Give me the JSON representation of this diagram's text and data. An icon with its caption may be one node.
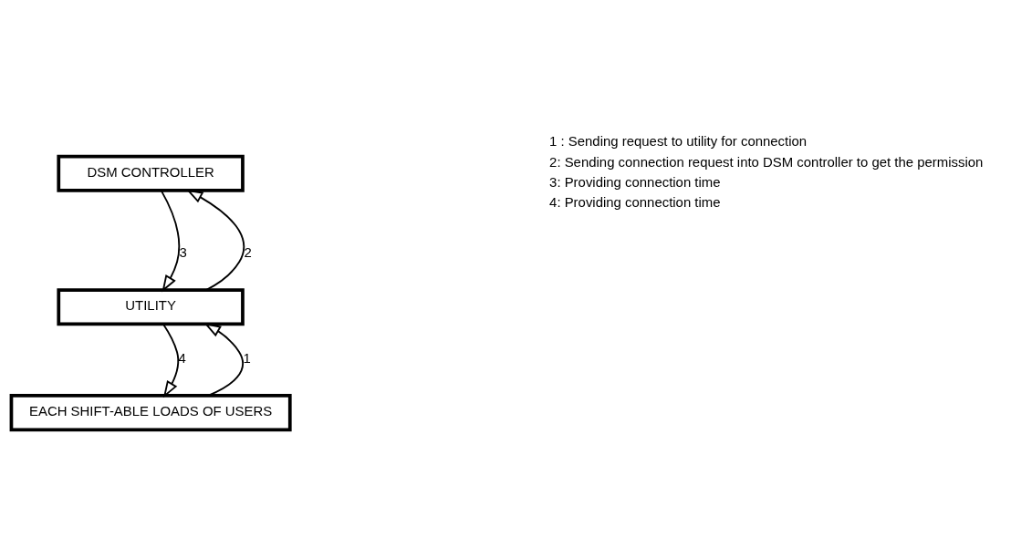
{
  "diagram": {
    "nodes": [
      {
        "text": [
          "DSM CONTROLLER"
        ]
      },
      {
        "text": [
          "UTILITY"
        ]
      },
      {
        "text": [
          "EACH SHIFT-ABLE LOADS OF USERS"
        ]
      }
    ],
    "edges": [
      {
        "from": 1,
        "to": 0,
        "arrow": "to",
        "label": "2"
      },
      {
        "from": 0,
        "to": 1,
        "arrow": "to",
        "label": "3"
      },
      {
        "from": 2,
        "to": 1,
        "arrow": "to",
        "label": "1"
      },
      {
        "from": 1,
        "to": 2,
        "arrow": "to",
        "label": "4"
      }
    ],
    "labels": [
      "1 : Sending request to utility for connection",
      "2: Sending connection request into DSM controller to get the permission",
      "3: Providing connection time",
      "4: Providing connection time"
    ]
  }
}
